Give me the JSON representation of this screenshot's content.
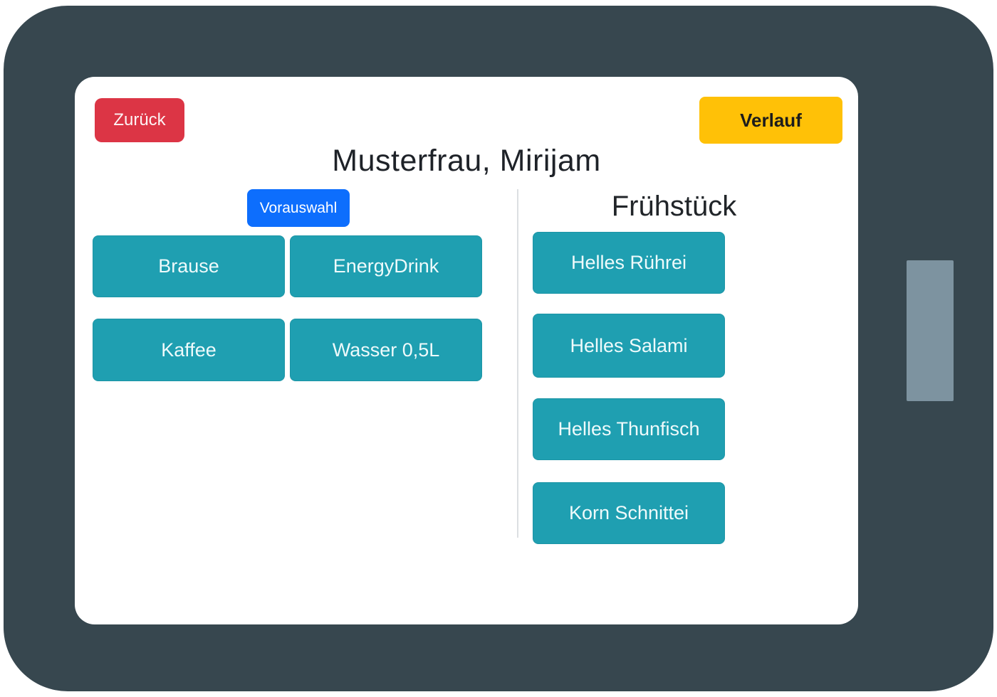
{
  "device": {
    "type": "tablet-mockup",
    "frame_color": "#37474F",
    "side_button_color": "#7D93A0"
  },
  "header": {
    "back_label": "Zurück",
    "history_label": "Verlauf",
    "patient_name": "Musterfrau, Mirijam"
  },
  "preselection": {
    "label": "Vorauswahl",
    "color": "#0D6EFD"
  },
  "drinks": {
    "items": [
      "Brause",
      "EnergyDrink",
      "Kaffee",
      "Wasser 0,5L"
    ]
  },
  "breakfast": {
    "title": "Frühstück",
    "items": [
      "Helles Rührei",
      "Helles Salami",
      "Helles Thunfisch",
      "Korn Schnittei"
    ]
  },
  "colors": {
    "back_button": "#DC3545",
    "history_button": "#FFC107",
    "item_button": "#1F9FB1",
    "divider": "#dcdfe2",
    "title_text": "#1e2228"
  }
}
